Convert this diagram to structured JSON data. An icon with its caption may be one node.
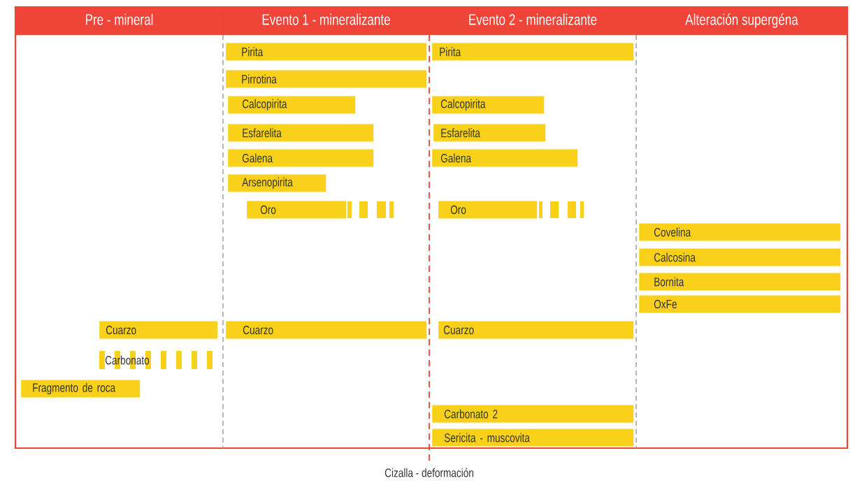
{
  "diagram": {
    "nodes": [
      {
        "text": [
          "Pre - mineral"
        ]
      },
      {
        "text": [
          "Evento 1 - mineralizante"
        ]
      },
      {
        "text": [
          "Evento 2 - mineralizante"
        ]
      },
      {
        "text": [
          "Alteración supergéna"
        ]
      },
      {
        "text": [
          "Pirita"
        ]
      },
      {
        "text": [
          "Pirita"
        ]
      },
      {
        "text": [
          "Pirrotina"
        ]
      },
      {
        "text": [
          "Calcopirita"
        ]
      },
      {
        "text": [
          "Calcopirita"
        ]
      },
      {
        "text": [
          "Esfarelita"
        ]
      },
      {
        "text": [
          "Esfarelita"
        ]
      },
      {
        "text": [
          "Galena"
        ]
      },
      {
        "text": [
          "Galena"
        ]
      },
      {
        "text": [
          "Arsenopirita"
        ]
      },
      {
        "text": [
          "Oro"
        ]
      },
      {
        "text": [
          "Oro"
        ]
      },
      {
        "text": [
          "Covelina"
        ]
      },
      {
        "text": [
          "Calcosina"
        ]
      },
      {
        "text": [
          "Bornita"
        ]
      },
      {
        "text": [
          "OxFe"
        ]
      },
      {
        "text": [
          "Cuarzo"
        ]
      },
      {
        "text": [
          "Cuarzo"
        ]
      },
      {
        "text": [
          "Cuarzo"
        ]
      },
      {
        "text": [
          "Carbonato"
        ]
      },
      {
        "text": [
          "Fragmento de roca"
        ]
      },
      {
        "text": [
          "Carbonato 2"
        ]
      },
      {
        "text": [
          "Sericita - muscovita"
        ]
      }
    ],
    "labels": [
      "Cizalla - deformación"
    ]
  }
}
